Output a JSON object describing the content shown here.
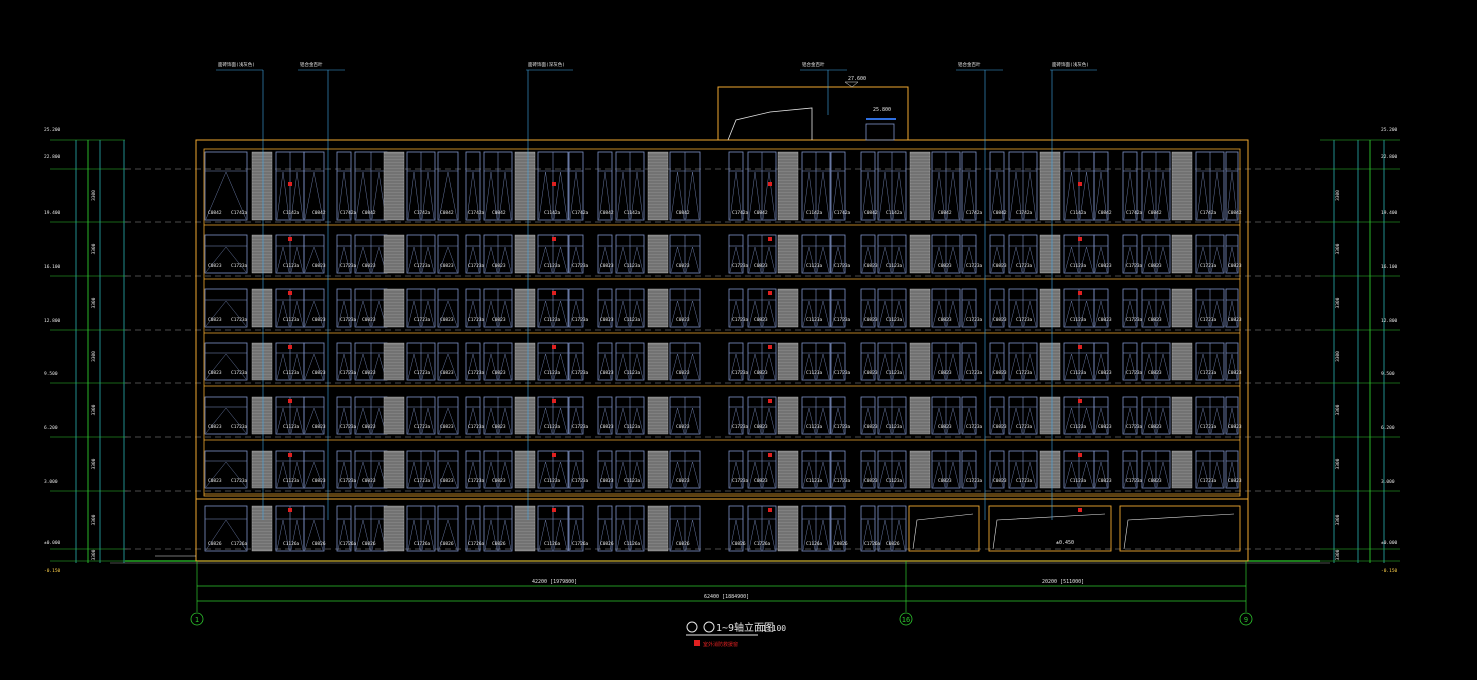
{
  "drawing": {
    "title": "1~9轴立面图",
    "scale": "1:100",
    "legend_text": "室外消防救援窗",
    "colors": {
      "background": "#000000",
      "outline": "#f0a830",
      "window": "#7f93c8",
      "shutter": "#808080",
      "grid": "#2ec82e",
      "dim": "#30c8c8",
      "leader": "#40a8e8",
      "red": "#e02020",
      "white": "#e6e6e6",
      "yellow": "#ffd24a",
      "axis": "#2ec82e"
    }
  },
  "axes": [
    {
      "label": "1"
    },
    {
      "label": "16"
    },
    {
      "label": "9"
    }
  ],
  "dimensions": {
    "bottom_left": "42200 [1979800]",
    "bottom_right": "20200 [511000]",
    "bottom_total": "62400 [1884900]"
  },
  "top_labels": [
    "面砖饰面(浅灰色)",
    "铝合金百叶",
    "面砖饰面(深灰色)",
    "铝合金百叶",
    "铝合金百叶",
    "面砖饰面(浅灰色)"
  ],
  "roof_labels": {
    "parapet": "27.600",
    "stair": "25.800"
  },
  "elevations": [
    "25.200",
    "22.800",
    "19.400",
    "16.100",
    "12.800",
    "9.500",
    "6.200",
    "3.000",
    "±0.000",
    "-0.150"
  ],
  "window_tags": {
    "top": [
      "C0842",
      "C1742a",
      "C1142a",
      "C0842",
      "C1742a",
      "C0842",
      "C1742a",
      "C0842",
      "C1742a",
      "C0842",
      "C1142a",
      "C1742a",
      "C0842",
      "C1142a",
      "C0842",
      "C1742a",
      "C0842",
      "C1142a",
      "C1742a",
      "C0842",
      "C1142a",
      "C0842",
      "C1742a"
    ],
    "mid": [
      "C0823",
      "C1723a",
      "C1123a",
      "C0823",
      "C1723a",
      "C0823",
      "C1723a",
      "C0823",
      "C1723a",
      "C0823",
      "C1123a",
      "C1723a",
      "C0823",
      "C1123a",
      "C0823",
      "C1723a",
      "C0823",
      "C1123a",
      "C1723a",
      "C0823",
      "C1123a",
      "C0823",
      "C1723a"
    ],
    "ground": [
      "C0826",
      "C1726a",
      "C1126a",
      "C0826",
      "C1726a",
      "C0826",
      "C1726a",
      "C0826",
      "C1726a",
      "C0826",
      "C1126a",
      "C1726a",
      "C0826",
      "C1126a",
      "C0826"
    ]
  },
  "ground_note": "±0.450"
}
